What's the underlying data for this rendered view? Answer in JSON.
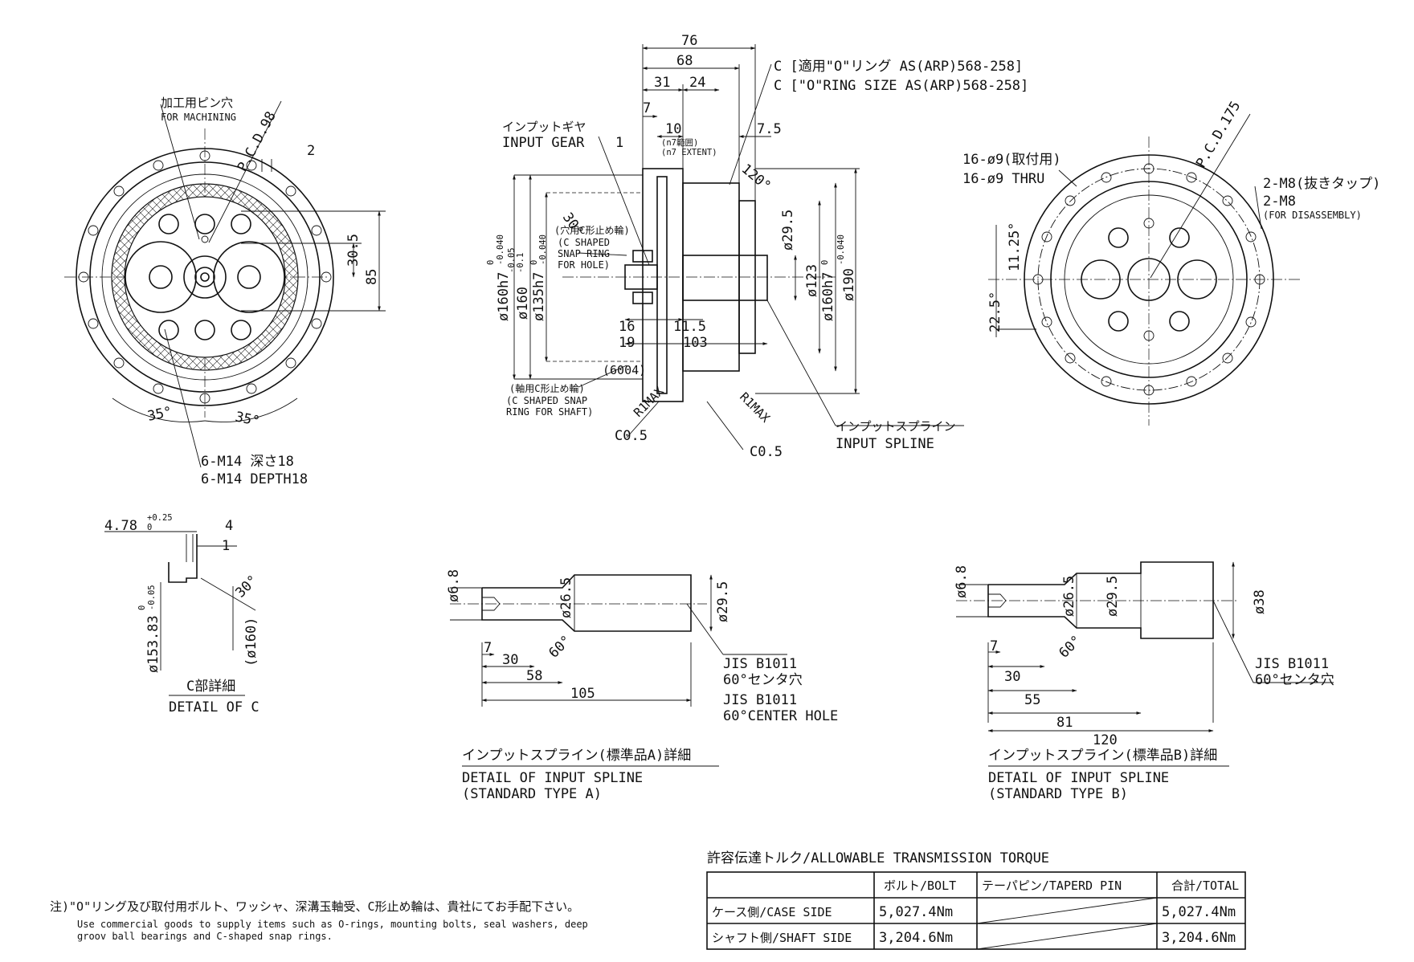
{
  "front_view": {
    "pin_hole_jp": "加工用ピン穴",
    "pin_hole_en": "FOR MACHINING",
    "pcd": "P.C.D.98",
    "dim_2": "2",
    "dim_30_5": "30.5",
    "dim_85": "85",
    "angle_left": "35°",
    "angle_right": "35°",
    "tap_jp": "6-M14 深さ18",
    "tap_en": "6-M14 DEPTH18"
  },
  "section_view": {
    "dim_76": "76",
    "dim_68": "68",
    "dim_31": "31",
    "dim_24": "24",
    "dim_7": "7",
    "dim_10": "10",
    "dim_1": "1",
    "dim_7_5": "7.5",
    "n7_jp": "(n7範囲)",
    "n7_en": "(n7 EXTENT)",
    "oring_jp": "C [適用\"O\"リング AS(ARP)568-258]",
    "oring_en": "C [\"O\"RING SIZE AS(ARP)568-258]",
    "input_gear_jp": "インプットギヤ",
    "input_gear_en": "INPUT GEAR",
    "angle_30": "30°",
    "angle_120": "120°",
    "snap_hole_jp": "(穴用C形止め輪)",
    "snap_hole_en1": "(C SHAPED",
    "snap_hole_en2": "SNAP RING",
    "snap_hole_en3": "FOR HOLE)",
    "snap_shaft_jp": "(軸用C形止め輪)",
    "snap_shaft_en1": "(C SHAPED SNAP",
    "snap_shaft_en2": "RING FOR SHAFT)",
    "d160h7": "ø160h7",
    "d160h7_tol_up": "0",
    "d160h7_tol_lo": "-0.040",
    "d160": "ø160",
    "d160_tol_up": "-0.05",
    "d160_tol_lo": "-0.1",
    "d135h7": "ø135h7",
    "d135h7_tol_up": "0",
    "d135h7_tol_lo": "-0.040",
    "d29_5": "ø29.5",
    "d123": "ø123",
    "d160h7_right": "ø160h7",
    "d160h7_right_tol_up": "0",
    "d160h7_right_tol_lo": "-0.040",
    "d190": "ø190",
    "dim_16": "16",
    "dim_11_5": "11.5",
    "dim_19": "19",
    "dim_103": "103",
    "bearing": "(6004)",
    "r1max_left": "R1MAX",
    "r1max_right": "R1MAX",
    "c05_left": "C0.5",
    "c05_right": "C0.5",
    "spline_jp": "インプットスプライン",
    "spline_en": "INPUT SPLINE"
  },
  "back_view": {
    "holes_jp": "16-ø9(取付用)",
    "holes_en": "16-ø9 THRU",
    "pcd": "P.C.D.175",
    "m8_jp": "2-M8(抜きタップ)",
    "m8_en": "2-M8",
    "m8_en2": "(FOR DISASSEMBLY)",
    "angle_11_25": "11.25°",
    "angle_22_5": "22.5°"
  },
  "detail_c": {
    "dim_478": "4.78",
    "dim_478_tol_up": "+0.25",
    "dim_478_tol_lo": "0",
    "dim_4": "4",
    "dim_1": "1",
    "dia_15383": "ø153.83",
    "dia_tol_up": "0",
    "dia_tol_lo": "-0.05",
    "dia_160": "(ø160)",
    "angle_30": "30°",
    "title_jp": "C部詳細",
    "title_en": "DETAIL OF C"
  },
  "spline_a": {
    "d6_8": "ø6.8",
    "d26_5": "ø26.5",
    "d29_5": "ø29.5",
    "dim_7": "7",
    "dim_30": "30",
    "dim_58": "58",
    "dim_105": "105",
    "angle_60": "60°",
    "jis1": "JIS B1011",
    "jis1_jp": "60°センタ穴",
    "jis2": "JIS B1011",
    "jis2_en": "60°CENTER HOLE",
    "title_jp": "インプットスプライン(標準品A)詳細",
    "title_en1": "DETAIL OF INPUT SPLINE",
    "title_en2": "(STANDARD TYPE A)"
  },
  "spline_b": {
    "d6_8": "ø6.8",
    "d26_5": "ø26.5",
    "d29_5": "ø29.5",
    "d38": "ø38",
    "dim_7": "7",
    "dim_30": "30",
    "dim_55": "55",
    "dim_81": "81",
    "dim_120": "120",
    "angle_60": "60°",
    "jis": "JIS B1011",
    "jis_jp": "60°センタ穴",
    "title_jp": "インプットスプライン(標準品B)詳細",
    "title_en1": "DETAIL OF INPUT SPLINE",
    "title_en2": "(STANDARD TYPE B)"
  },
  "note": {
    "jp": "注)\"O\"リング及び取付用ボルト、ワッシャ、深溝玉軸受、C形止め輪は、貴社にてお手配下さい。",
    "en1": "Use commercial goods to supply items such as O-rings, mounting bolts, seal washers, deep",
    "en2": "groov ball bearings and C-shaped snap rings."
  },
  "torque_table": {
    "title": "許容伝達トルク/ALLOWABLE TRANSMISSION TORQUE",
    "headers": [
      "",
      "ボルト/BOLT",
      "テーパピン/TAPERD PIN",
      "合計/TOTAL"
    ],
    "rows": [
      {
        "label": "ケース側/CASE SIDE",
        "bolt": "5,027.4Nm",
        "pin": "",
        "total": "5,027.4Nm"
      },
      {
        "label": "シャフト側/SHAFT SIDE",
        "bolt": "3,204.6Nm",
        "pin": "",
        "total": "3,204.6Nm"
      }
    ]
  }
}
